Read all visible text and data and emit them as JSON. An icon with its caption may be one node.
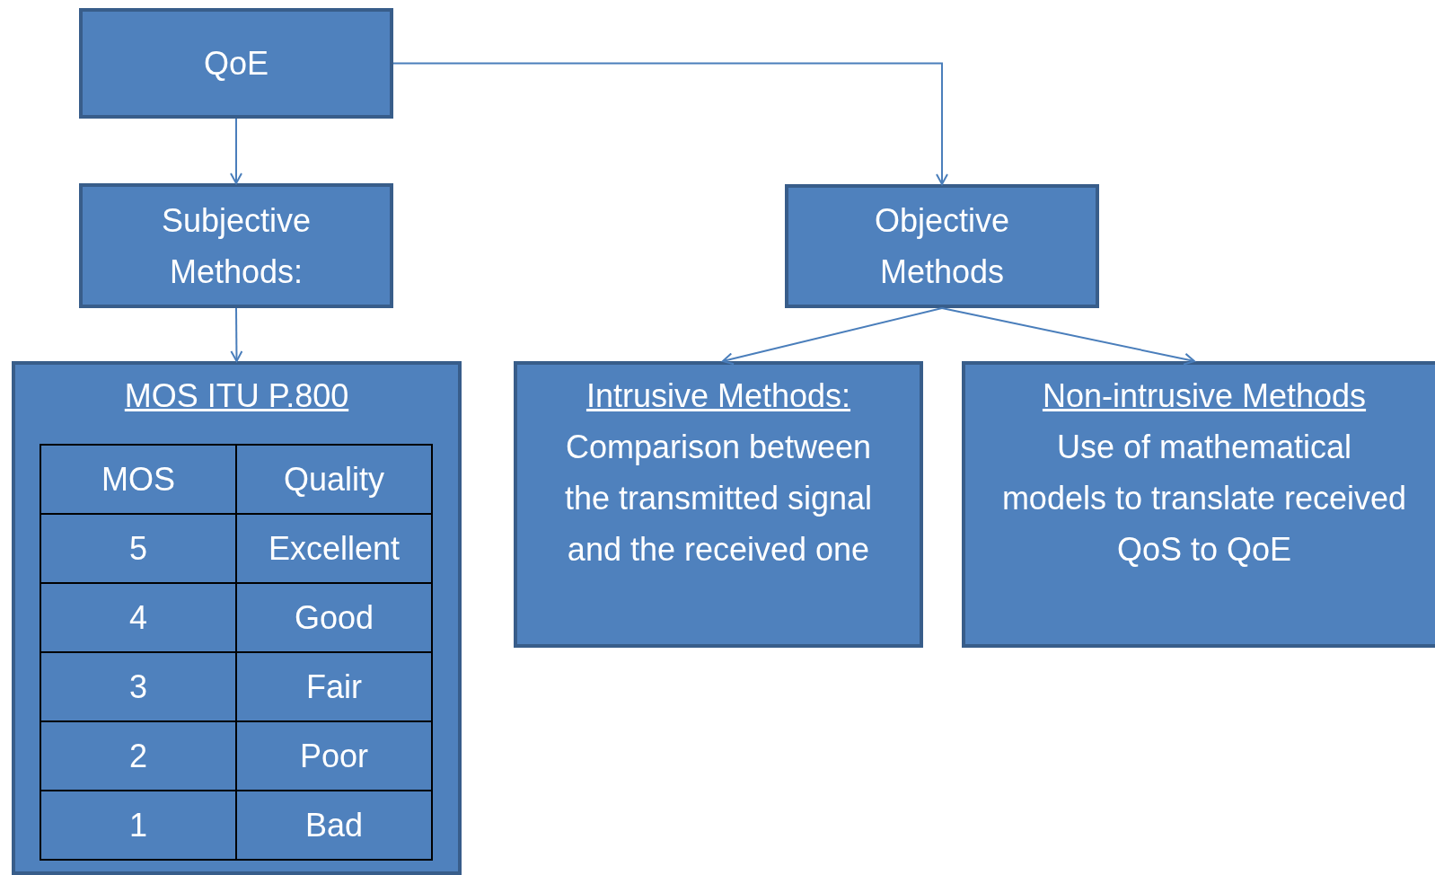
{
  "diagram": {
    "nodes": [
      {
        "text": [
          "QoE"
        ]
      },
      {
        "text": [
          "Subjective Methods:"
        ]
      },
      {
        "text": [
          "Objective Methods"
        ]
      },
      {
        "text": [
          "MOS ITU P.800"
        ]
      },
      {
        "text": [
          "Intrusive Methods:",
          "Comparison between the transmitted signal and the received one"
        ]
      },
      {
        "text": [
          "Non-intrusive Methods",
          "Use of mathematical models to translate received QoS to QoE"
        ]
      }
    ],
    "edges": [
      {
        "from": 0,
        "to": 1,
        "arrow": "to"
      },
      {
        "from": 0,
        "to": 2,
        "arrow": "to"
      },
      {
        "from": 1,
        "to": 3,
        "arrow": "to"
      },
      {
        "from": 2,
        "to": 4,
        "arrow": "to"
      },
      {
        "from": 2,
        "to": 5,
        "arrow": "to"
      }
    ],
    "labels": [
      "MOS",
      "Quality",
      "5",
      "Excellent",
      "4",
      "Good",
      "3",
      "Fair",
      "2",
      "Poor",
      "1",
      "Bad"
    ]
  }
}
